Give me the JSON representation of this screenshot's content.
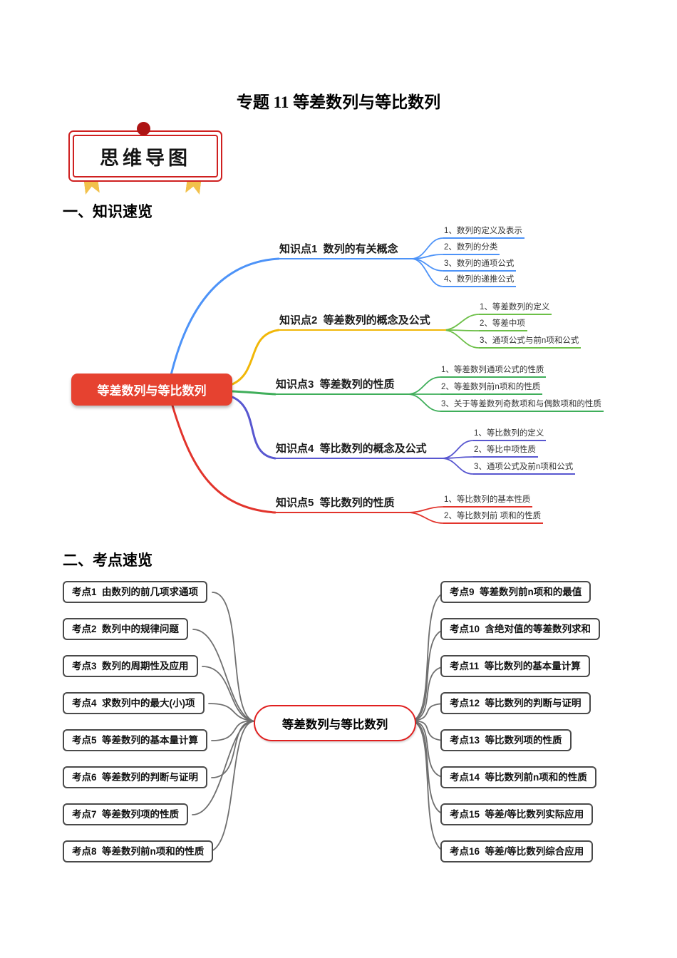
{
  "page": {
    "title": "专题 11 等差数列与等比数列"
  },
  "badge": {
    "label": "思维导图"
  },
  "section1": {
    "heading": "一、知识速览"
  },
  "section2": {
    "heading": "二、考点速览"
  },
  "map1": {
    "center": "等差数列与等比数列",
    "branches": [
      {
        "label": "知识点1  数列的有关概念",
        "color": "#4d93f8",
        "children": [
          "1、数列的定义及表示",
          "2、数列的分类",
          "3、数列的通项公式",
          "4、数列的递推公式"
        ]
      },
      {
        "label": "知识点2  等差数列的概念及公式",
        "color": "#f1b708",
        "children": [
          "1、等差数列的定义",
          "2、等差中项",
          "3、通项公式与前n项和公式"
        ]
      },
      {
        "label": "知识点3  等差数列的性质",
        "color": "#3fae5a",
        "children": [
          "1、等差数列通项公式的性质",
          "2、等差数列前n项和的性质",
          "3、关于等差数列奇数项和与偶数项和的性质"
        ]
      },
      {
        "label": "知识点4  等比数列的概念及公式",
        "color": "#5857d0",
        "children": [
          "1、等比数列的定义",
          "2、等比中项性质",
          "3、通项公式及前n项和公式"
        ]
      },
      {
        "label": "知识点5  等比数列的性质",
        "color": "#e2342c",
        "children": [
          "1、等比数列的基本性质",
          "2、等比数列前 项和的性质"
        ]
      }
    ]
  },
  "map2": {
    "center": "等差数列与等比数列",
    "left": [
      "考点1  由数列的前几项求通项",
      "考点2  数列中的规律问题",
      "考点3  数列的周期性及应用",
      "考点4  求数列中的最大(小)项",
      "考点5  等差数列的基本量计算",
      "考点6  等差数列的判断与证明",
      "考点7  等差数列项的性质",
      "考点8  等差数列前n项和的性质"
    ],
    "right": [
      "考点9  等差数列前n项和的最值",
      "考点10  含绝对值的等差数列求和",
      "考点11  等比数列的基本量计算",
      "考点12  等比数列的判断与证明",
      "考点13  等比数列项的性质",
      "考点14  等比数列前n项和的性质",
      "考点15  等差/等比数列实际应用",
      "考点16  等差/等比数列综合应用"
    ]
  },
  "colors": {
    "branch1_blue": "#4d93f8",
    "branch2_yellow": "#f1b708",
    "branch2_sub_green": "#6cbf47",
    "branch3_green": "#3fae5a",
    "branch4_purple": "#5857d0",
    "branch5_red": "#e2342c",
    "map1_center_bg": "#e64230",
    "map2_center_border": "#e02020",
    "badge_red": "#cf2020",
    "ribbon_gold": "#f2c14b",
    "connector_gray": "#6f6f6f",
    "box_border": "#4a4a4a"
  }
}
